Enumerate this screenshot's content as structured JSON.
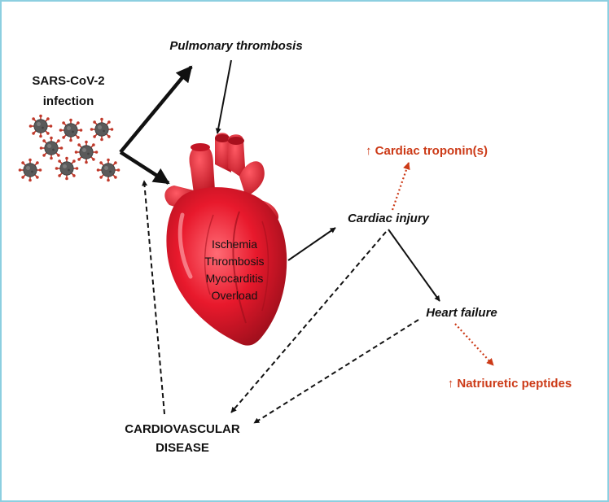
{
  "nodes": {
    "sars_line1": "SARS-CoV-2",
    "sars_line2": "infection",
    "pulmonary_thrombosis": "Pulmonary thrombosis",
    "heart_conditions": [
      "Ischemia",
      "Thrombosis",
      "Myocarditis",
      "Overload"
    ],
    "cardiac_injury": "Cardiac injury",
    "heart_failure": "Heart failure",
    "cardiac_troponins": "↑ Cardiac troponin(s)",
    "natriuretic_peptides": "↑ Natriuretic peptides",
    "cvd_line1": "CARDIOVASCULAR",
    "cvd_line2": "DISEASE"
  },
  "colors": {
    "marker_red": "#cc3a17",
    "text_dark": "#111111",
    "heart_red": "#e8192c",
    "virus_body": "#5a5a5a",
    "virus_spike": "#c0392b",
    "frame_border": "#8ccfe0"
  },
  "icons": {
    "virus": "virus-particle-icon",
    "heart": "anatomical-heart-illustration"
  }
}
